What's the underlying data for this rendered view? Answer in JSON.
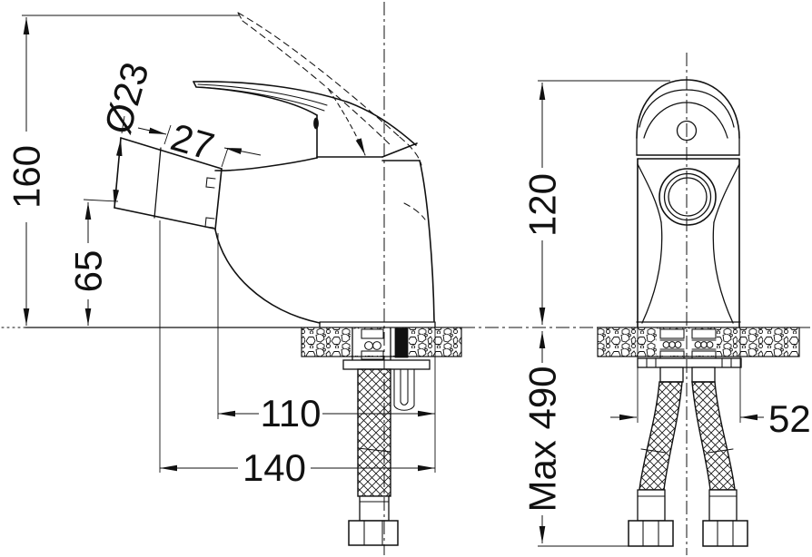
{
  "colors": {
    "ink": "#111111",
    "paper": "#ffffff"
  },
  "side_view": {
    "dim_total_height": "160",
    "dim_spout_diameter": "Ø23",
    "dim_spout_tip_length": "27",
    "dim_spout_height": "65",
    "dim_reach_aerator": "110",
    "dim_reach_overall": "140"
  },
  "front_view": {
    "dim_body_height": "120",
    "dim_hose_length": "Max 490",
    "dim_body_width": "52"
  }
}
